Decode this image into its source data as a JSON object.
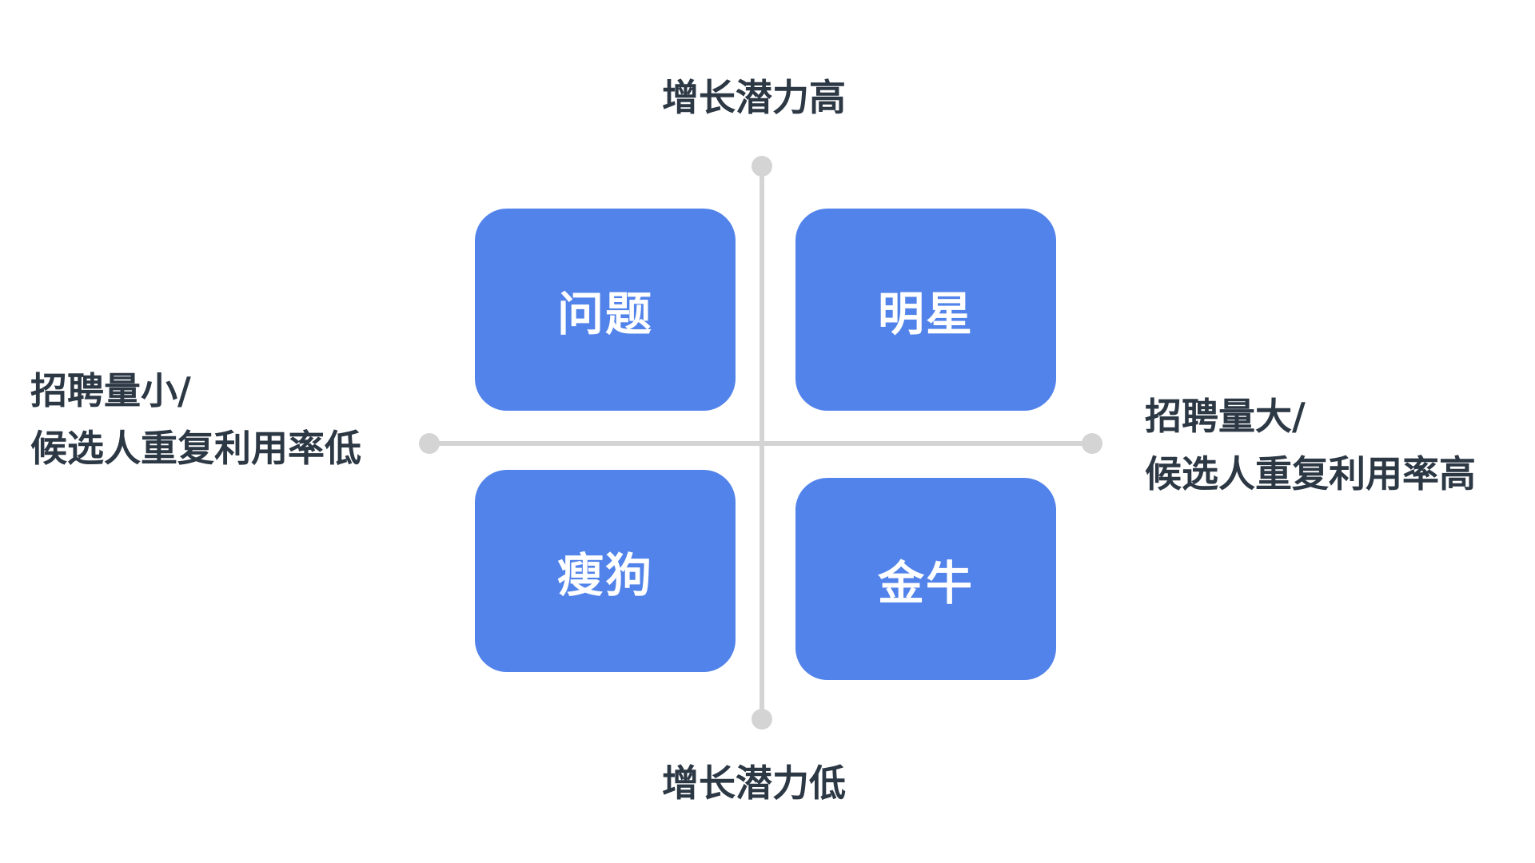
{
  "axes": {
    "top": "增长潜力高",
    "bottom": "增长潜力低",
    "left": {
      "line1": "招聘量小/",
      "line2": "候选人重复利用率低"
    },
    "right": {
      "line1": "招聘量大/",
      "line2": "候选人重复利用率高"
    }
  },
  "quadrants": {
    "top_left": "问题",
    "top_right": "明星",
    "bottom_left": "瘦狗",
    "bottom_right": "金牛"
  },
  "colors": {
    "quadrant_fill": "#5283ea",
    "axis": "#d4d4d4",
    "label_text": "#2d3845",
    "quadrant_text": "#ffffff"
  }
}
